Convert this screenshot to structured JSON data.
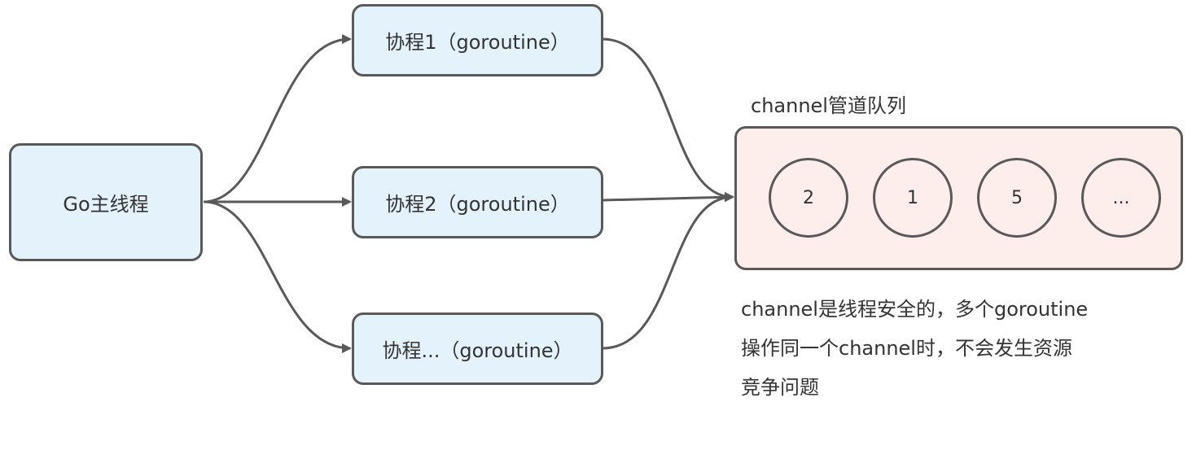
{
  "colors": {
    "stroke": "#595959",
    "node_fill": "#e3f2fb",
    "channel_fill": "#fdeeec",
    "text": "#333333"
  },
  "main_thread": {
    "label": "Go主线程"
  },
  "goroutines": [
    {
      "label": "协程1（goroutine）"
    },
    {
      "label": "协程2（goroutine）"
    },
    {
      "label": "协程...（goroutine）"
    }
  ],
  "channel": {
    "title": "channel管道队列",
    "items": [
      "2",
      "1",
      "5",
      "..."
    ]
  },
  "note": {
    "lines": [
      "channel是线程安全的，多个goroutine",
      "操作同一个channel时，不会发生资源",
      "竞争问题"
    ]
  }
}
